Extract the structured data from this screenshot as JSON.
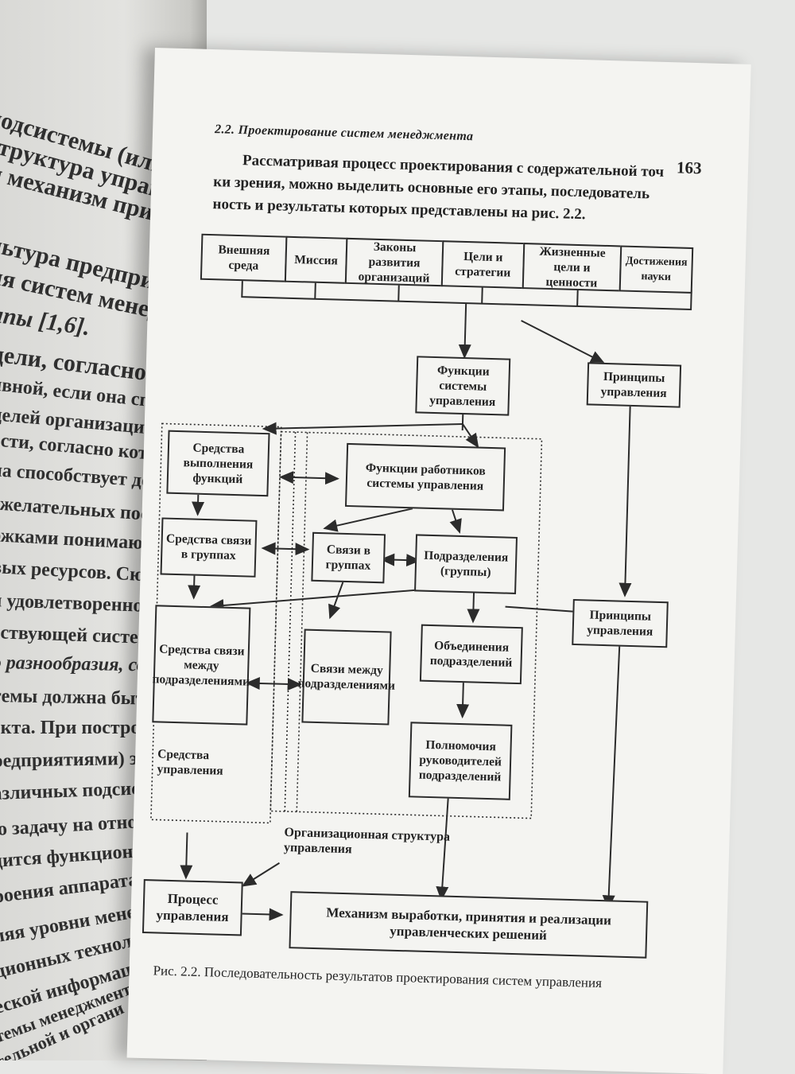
{
  "left_page": {
    "lines": [
      "подсистемы (или средст",
      "структура управления;",
      "и механизм принятия",
      "льтура предприятия.",
      "ия систем менеджмента",
      "ипы [1,6].",
      "цели, согласно которо",
      "ивной, если она способств",
      "целей организации.",
      "ости, согласно котором",
      "на способствует достиж",
      "ежелательных последст",
      "ожками понимаются не",
      "вых ресурсов. Сюда так",
      "я удовлетворенность и",
      "ествующей системой у",
      "о разнообразия, соглас",
      "темы должна быть и",
      "екта. При построени",
      "редприятиями) это м",
      "азличных подсистем",
      "ю задачу на относит",
      "дится функциональ",
      "роения аппарата упр",
      "ляя уровни менедж",
      "ционных технолог",
      "еской информаци",
      "темы менеджмент",
      "тельной и органи"
    ]
  },
  "right_page": {
    "running_head": "2.2. Проектирование систем менеджмента",
    "page_number": "163",
    "intro_lines": [
      "Рассматривая процесс проектирования с содержательной точ",
      "ки зрения, можно выделить основные его этапы, последователь",
      "ность и результаты которых представлены на рис. 2.2."
    ],
    "diagram": {
      "top_row": [
        "Внешняя среда",
        "Миссия",
        "Законы развития организаций",
        "Цели и стратегии",
        "Жизненные цели и ценности",
        "Достижения науки"
      ],
      "functions": "Функции системы управления",
      "principles_top": "Принципы управления",
      "means_execution": "Средства выполнения функций",
      "worker_functions": "Функции работников системы управления",
      "means_groups": "Средства связи в группах",
      "links_groups": "Связи в группах",
      "subdivisions": "Подразделения (группы)",
      "principles_mid": "Принципы управления",
      "means_between": "Средства связи между подразделениями",
      "links_between": "Связи между подразделениями",
      "unions": "Объединения подразделений",
      "authority": "Полномочия руководителей подразделений",
      "means_management_label": "Средства управления",
      "org_structure_label": "Организационная структура управления",
      "process": "Процесс управления",
      "mechanism": "Механизм выработки, принятия и реализации управленческих решений"
    },
    "caption": "Рис. 2.2. Последовательность результатов проектирования систем управления"
  },
  "colors": {
    "ink": "#232323",
    "paper": "#f4f4f1",
    "background": "#e6e7e5"
  }
}
